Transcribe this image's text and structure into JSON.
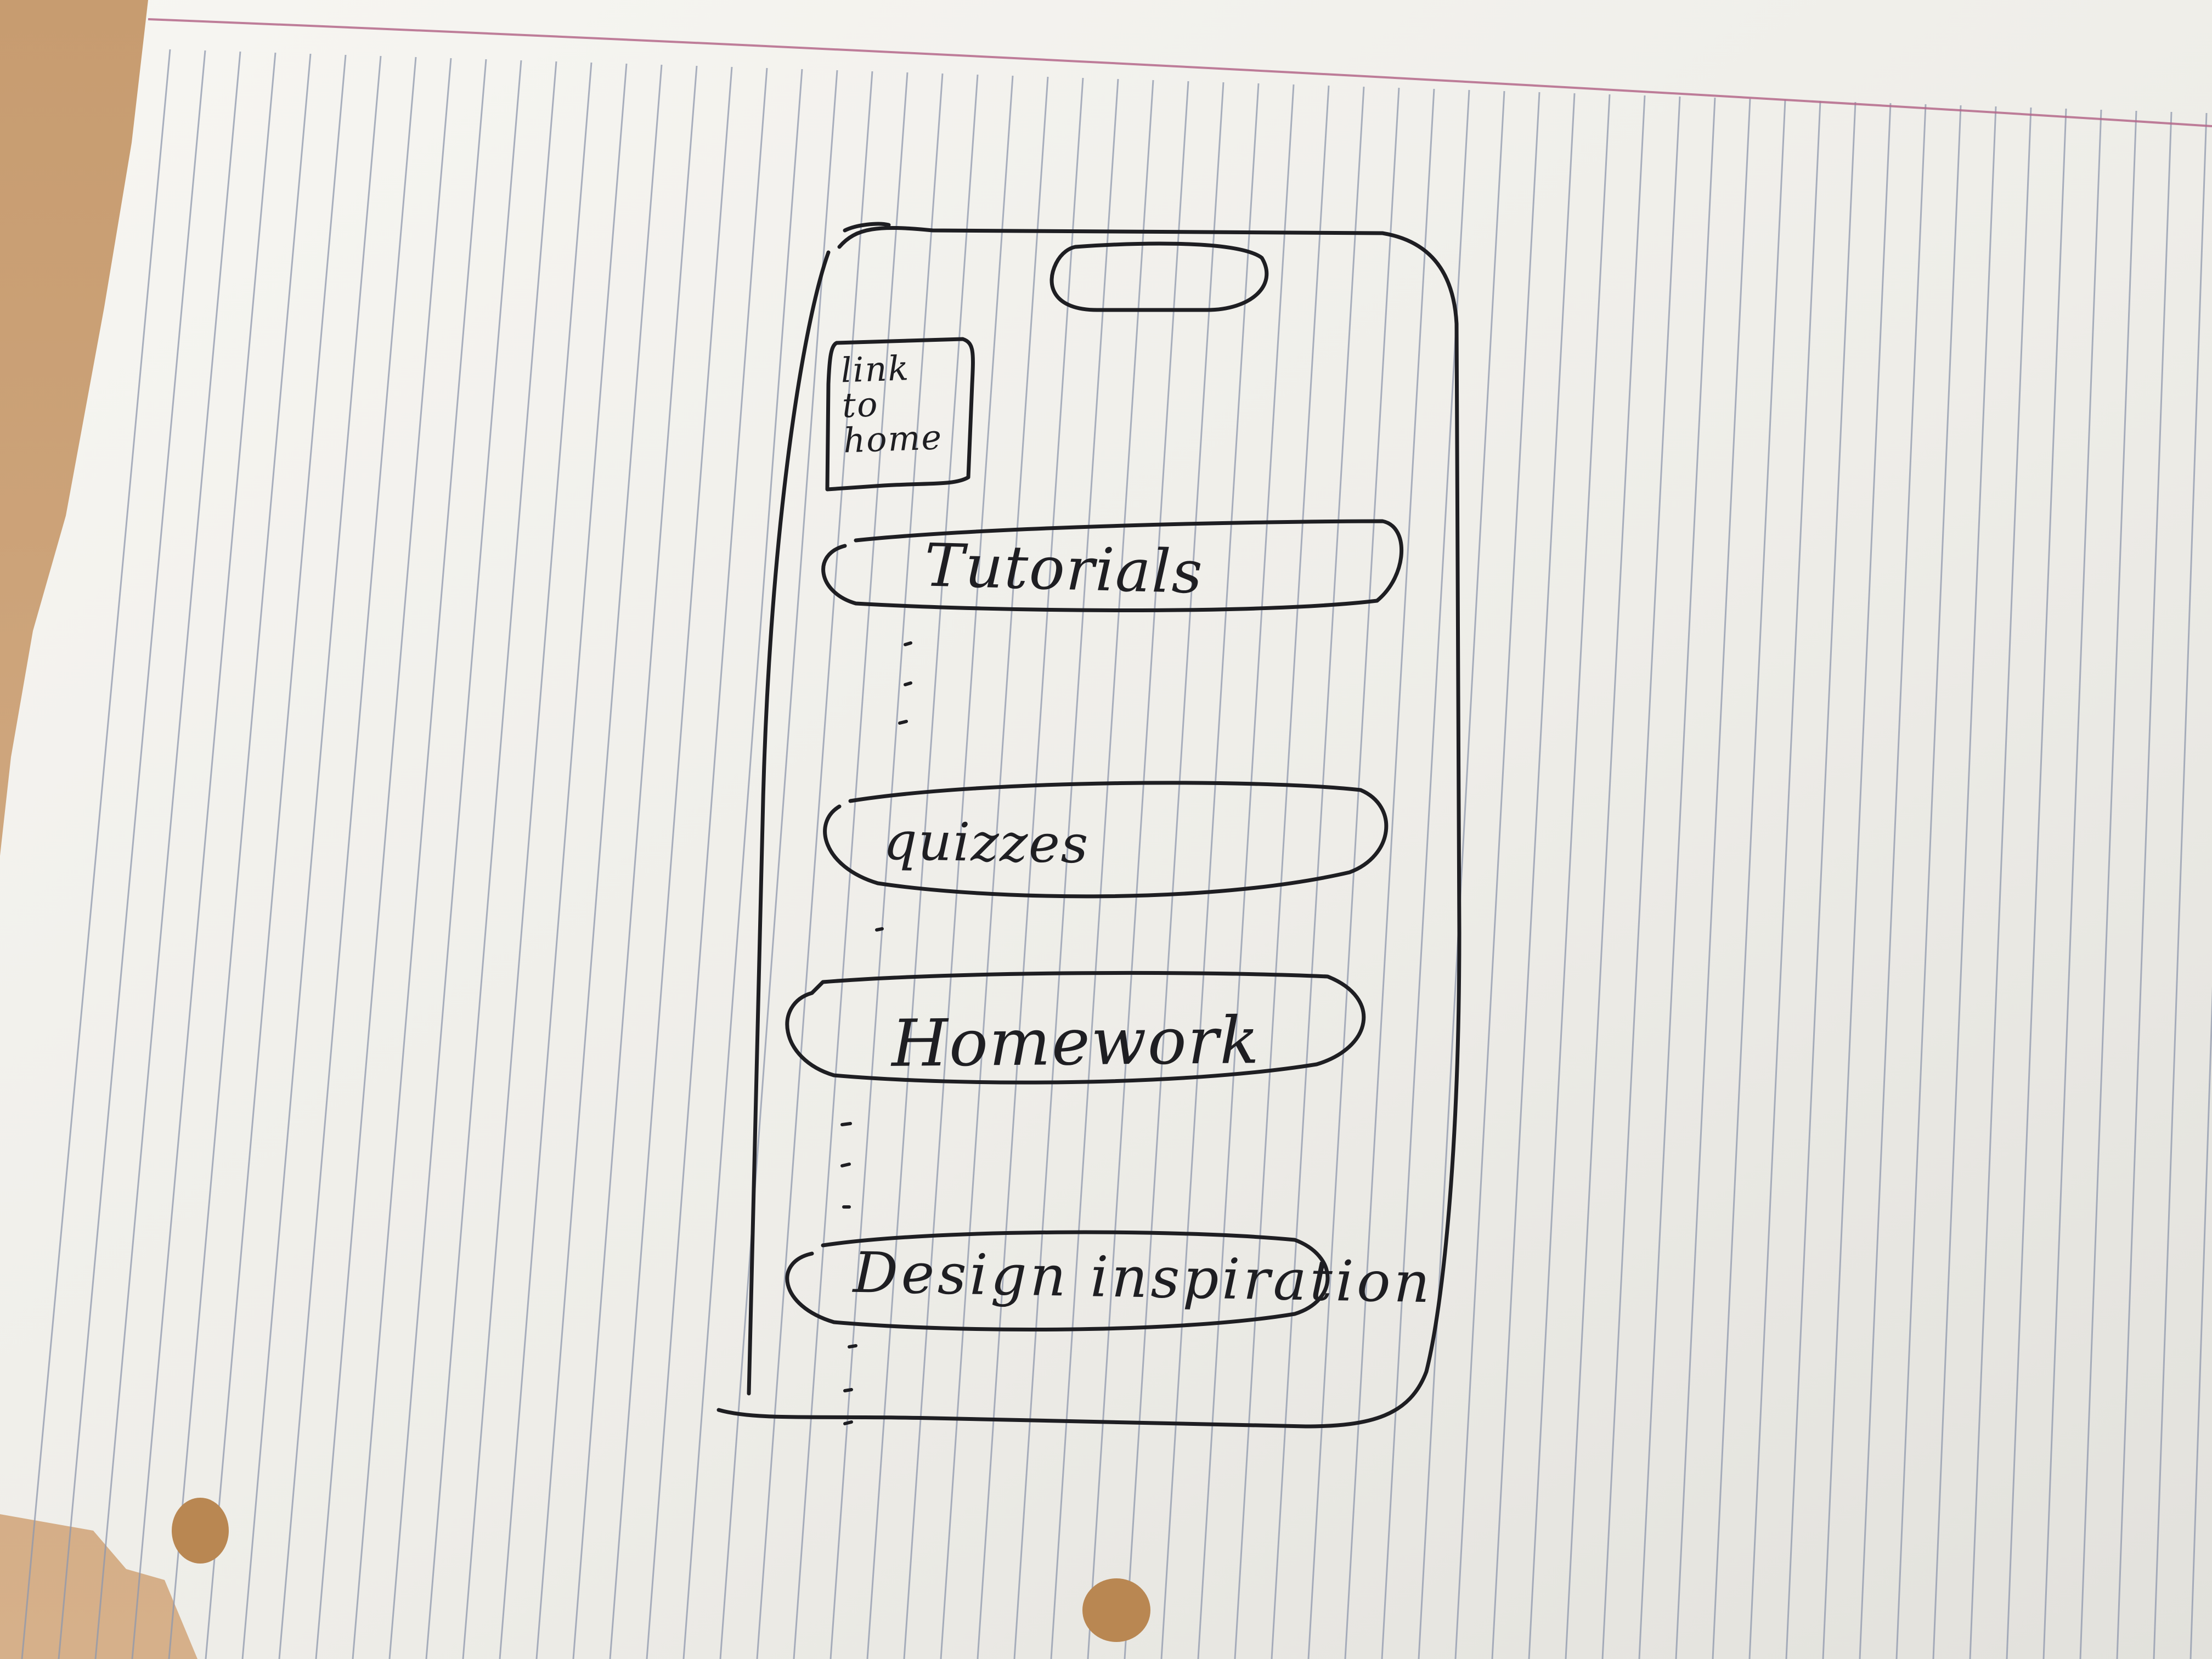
{
  "sketch": {
    "home_link_label": "link to home",
    "nav_items": [
      {
        "label": "Tutorials"
      },
      {
        "label": "quizzes"
      },
      {
        "label": "Homework"
      },
      {
        "label": "Design inspiration"
      }
    ]
  },
  "colors": {
    "paper": "#f3f2ee",
    "rule_line": "#8f98ad",
    "margin_line": "#b4678a",
    "ink": "#1e1e22",
    "desk": "#c9a27a"
  }
}
